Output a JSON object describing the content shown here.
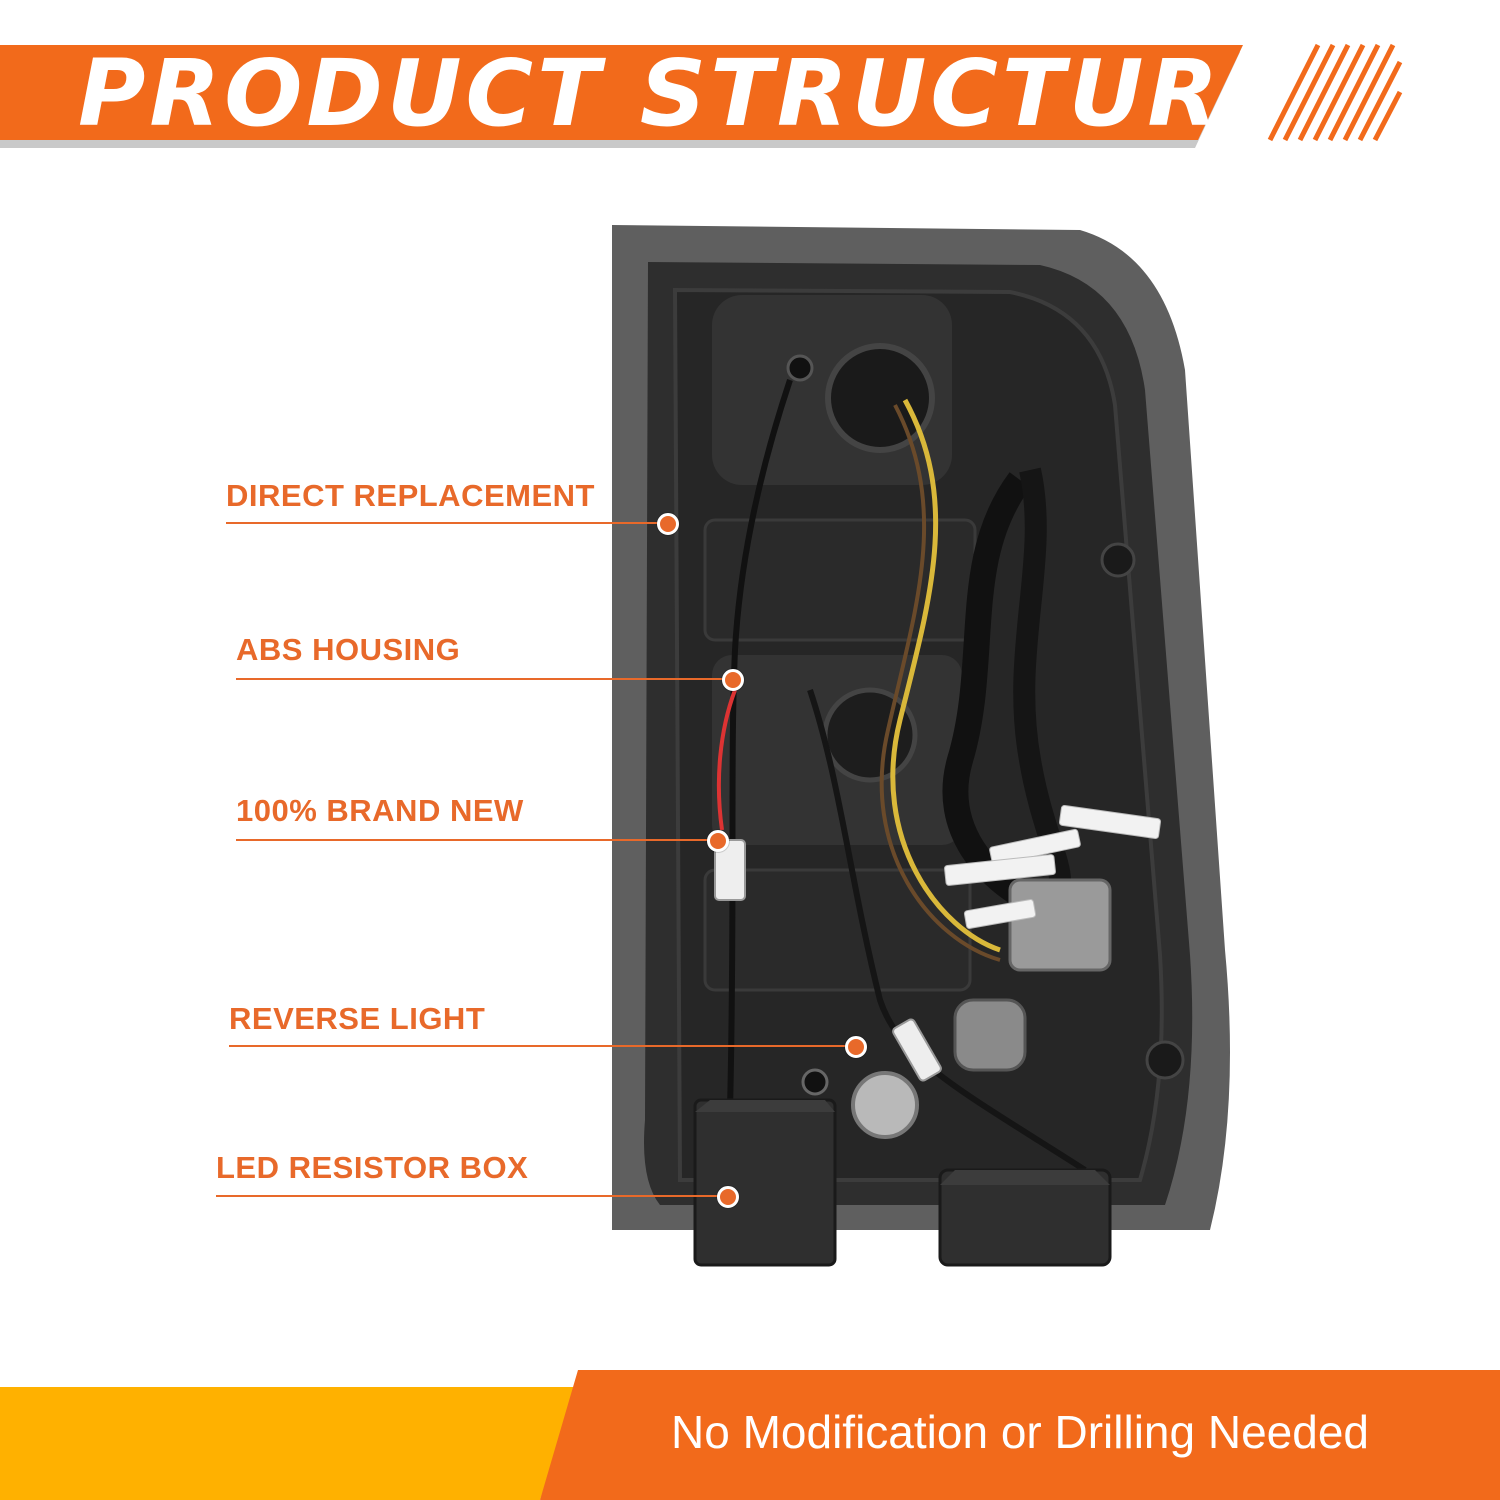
{
  "header": {
    "title": "PRODUCT STRUCTURE"
  },
  "callouts": [
    {
      "label": "DIRECT REPLACEMENT"
    },
    {
      "label": "ABS HOUSING"
    },
    {
      "label": "100% BRAND NEW"
    },
    {
      "label": "REVERSE LIGHT"
    },
    {
      "label": "LED RESISTOR BOX"
    }
  ],
  "footer": {
    "text": "No Modification or Drilling Needed"
  },
  "colors": {
    "accent_orange": "#f26a1b",
    "accent_yellow": "#ffb100",
    "label_orange": "#e8692a",
    "housing_dark": "#2b2b2b"
  }
}
